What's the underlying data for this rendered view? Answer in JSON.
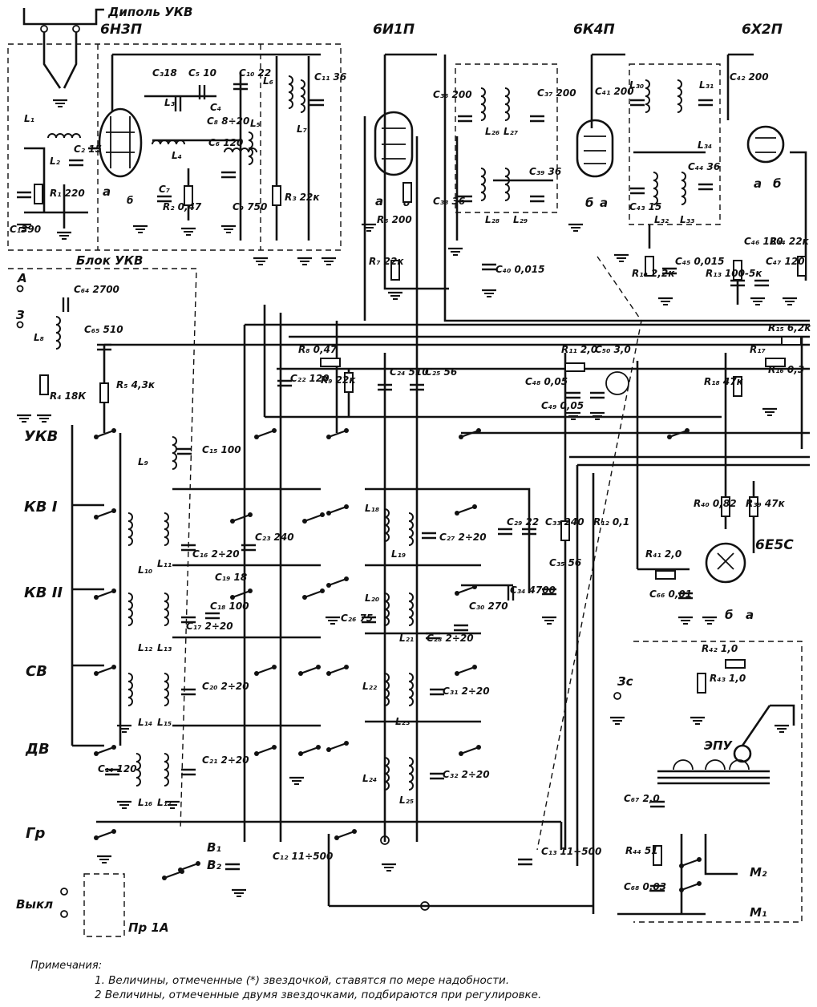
{
  "title_dipole": "Диполь УКВ",
  "block_label": "Блок УКВ",
  "tubes": [
    {
      "id": "6N3P",
      "label": "6Н3П"
    },
    {
      "id": "6I1P",
      "label": "6И1П"
    },
    {
      "id": "6K4P",
      "label": "6К4П"
    },
    {
      "id": "6X2P",
      "label": "6Х2П"
    },
    {
      "id": "6E5S",
      "label": "6Е5С"
    }
  ],
  "bands": [
    "УКВ",
    "КВ I",
    "КВ II",
    "СВ",
    "ДВ",
    "Гр",
    "Выкл"
  ],
  "terminals": {
    "antenna": "А",
    "ground": "З",
    "pickup": "Зс"
  },
  "labels": {
    "epu": "ЭПУ",
    "fuse": "Пр 1А",
    "b1": "В₁",
    "b2": "В₂",
    "m1": "М₁",
    "m2": "М₂",
    "c12": "C₁₂ 11÷500",
    "c13": "C₁₃ 11÷500"
  },
  "components": [
    {
      "ref": "L1",
      "text": "L₁"
    },
    {
      "ref": "L2",
      "text": "L₂"
    },
    {
      "ref": "C1",
      "text": "C₁390"
    },
    {
      "ref": "R1",
      "text": "R₁ 220"
    },
    {
      "ref": "C2",
      "text": "C₂ 15"
    },
    {
      "ref": "C3",
      "text": "C₃18"
    },
    {
      "ref": "C5",
      "text": "C₅ 10"
    },
    {
      "ref": "L3",
      "text": "L₃"
    },
    {
      "ref": "C4",
      "text": "C₄"
    },
    {
      "ref": "C6",
      "text": "C₆ 120"
    },
    {
      "ref": "C8",
      "text": "C₈ 8÷20"
    },
    {
      "ref": "C7",
      "text": "C₇"
    },
    {
      "ref": "R2",
      "text": "R₂ 0,47"
    },
    {
      "ref": "L4",
      "text": "L₄"
    },
    {
      "ref": "C9",
      "text": "C₉ 750"
    },
    {
      "ref": "L5",
      "text": "L₅"
    },
    {
      "ref": "C10",
      "text": "C₁₀ 22"
    },
    {
      "ref": "L6",
      "text": "L₆"
    },
    {
      "ref": "L7",
      "text": "L₇"
    },
    {
      "ref": "C11",
      "text": "C₁₁ 36"
    },
    {
      "ref": "R3",
      "text": "R₃ 22к"
    },
    {
      "ref": "C36",
      "text": "C₃₆ 200"
    },
    {
      "ref": "L26",
      "text": "L₂₆"
    },
    {
      "ref": "L27",
      "text": "L₂₇"
    },
    {
      "ref": "C37",
      "text": "C₃₇ 200"
    },
    {
      "ref": "C38",
      "text": "C₃₈ 36"
    },
    {
      "ref": "L28",
      "text": "L₂₈"
    },
    {
      "ref": "L29",
      "text": "L₂₉"
    },
    {
      "ref": "C39",
      "text": "C₃₉ 36"
    },
    {
      "ref": "R6",
      "text": "R₆ 200"
    },
    {
      "ref": "R7",
      "text": "R₇ 22к"
    },
    {
      "ref": "C40",
      "text": "C₄₀ 0,015"
    },
    {
      "ref": "C41",
      "text": "C₄₁ 200"
    },
    {
      "ref": "L30",
      "text": "L₃₀"
    },
    {
      "ref": "L31",
      "text": "L₃₁"
    },
    {
      "ref": "C42",
      "text": "C₄₂ 200"
    },
    {
      "ref": "L34",
      "text": "L₃₄"
    },
    {
      "ref": "C43",
      "text": "C₄₃ 15"
    },
    {
      "ref": "L32",
      "text": "L₃₂"
    },
    {
      "ref": "C44",
      "text": "C₄₄ 36"
    },
    {
      "ref": "L33",
      "text": "L₃₃"
    },
    {
      "ref": "R10",
      "text": "R₁₀ 2,2к"
    },
    {
      "ref": "C45",
      "text": "C₄₅ 0,015"
    },
    {
      "ref": "C46",
      "text": "C₄₆ 120"
    },
    {
      "ref": "R14",
      "text": "R₁₄ 22к"
    },
    {
      "ref": "C47",
      "text": "C₄₇ 120"
    },
    {
      "ref": "R13",
      "text": "R₁₃ 100-5к"
    },
    {
      "ref": "R15",
      "text": "R₁₅ 6,2к"
    },
    {
      "ref": "R17",
      "text": "R₁₇"
    },
    {
      "ref": "R16",
      "text": "R₁₆ 0,3"
    },
    {
      "ref": "R18",
      "text": "R₁₈ 47к"
    },
    {
      "ref": "C64",
      "text": "C₆₄ 2700"
    },
    {
      "ref": "L8",
      "text": "L₈"
    },
    {
      "ref": "C65",
      "text": "C₆₅ 510"
    },
    {
      "ref": "R4",
      "text": "R₄ 18К"
    },
    {
      "ref": "R5",
      "text": "R₅ 4,3к"
    },
    {
      "ref": "R8",
      "text": "R₈ 0,47"
    },
    {
      "ref": "C22",
      "text": "C₂₂ 120"
    },
    {
      "ref": "R9",
      "text": "R₉ 22к"
    },
    {
      "ref": "C24",
      "text": "C₂₄ 510"
    },
    {
      "ref": "C25",
      "text": "C₂₅ 56"
    },
    {
      "ref": "R11",
      "text": "R₁₁ 2,0"
    },
    {
      "ref": "C50",
      "text": "C₅₀ 3,0"
    },
    {
      "ref": "C48",
      "text": "C₄₈ 0,05"
    },
    {
      "ref": "C49",
      "text": "C₄₉ 0,05"
    },
    {
      "ref": "L9",
      "text": "L₉"
    },
    {
      "ref": "C15",
      "text": "C₁₅ 100"
    },
    {
      "ref": "L10",
      "text": "L₁₀"
    },
    {
      "ref": "L11",
      "text": "L₁₁"
    },
    {
      "ref": "C16",
      "text": "C₁₆ 2÷20"
    },
    {
      "ref": "C23",
      "text": "C₂₃ 240"
    },
    {
      "ref": "C19",
      "text": "C₁₉ 18"
    },
    {
      "ref": "C18",
      "text": "C₁₈ 100"
    },
    {
      "ref": "L12",
      "text": "L₁₂"
    },
    {
      "ref": "L13",
      "text": "L₁₃"
    },
    {
      "ref": "C17",
      "text": "C₁₇ 2÷20"
    },
    {
      "ref": "L14",
      "text": "L₁₄"
    },
    {
      "ref": "L15",
      "text": "L₁₅"
    },
    {
      "ref": "C20",
      "text": "C₂₀ 2÷20"
    },
    {
      "ref": "C14",
      "text": "C₁₄ 120"
    },
    {
      "ref": "L16",
      "text": "L₁₆"
    },
    {
      "ref": "L17",
      "text": "L₁₇"
    },
    {
      "ref": "C21",
      "text": "C₂₁ 2÷20"
    },
    {
      "ref": "L18",
      "text": "L₁₈"
    },
    {
      "ref": "L19",
      "text": "L₁₉"
    },
    {
      "ref": "C27",
      "text": "C₂₇ 2÷20"
    },
    {
      "ref": "C29",
      "text": "C₂₉ 22"
    },
    {
      "ref": "C33",
      "text": "C₃₃ 240"
    },
    {
      "ref": "R12",
      "text": "R₁₂ 0,1"
    },
    {
      "ref": "C35",
      "text": "C₃₅ 56"
    },
    {
      "ref": "L20",
      "text": "L₂₀"
    },
    {
      "ref": "L21",
      "text": "L₂₁"
    },
    {
      "ref": "C26",
      "text": "C₂₆ 75"
    },
    {
      "ref": "C28",
      "text": "C₂₈ 2÷20"
    },
    {
      "ref": "C30",
      "text": "C₃₀ 270"
    },
    {
      "ref": "C34",
      "text": "C₃₄ 4700"
    },
    {
      "ref": "L22",
      "text": "L₂₂"
    },
    {
      "ref": "L23",
      "text": "L₂₃"
    },
    {
      "ref": "C31",
      "text": "C₃₁ 2÷20"
    },
    {
      "ref": "L24",
      "text": "L₂₄"
    },
    {
      "ref": "L25",
      "text": "L₂₅"
    },
    {
      "ref": "C32",
      "text": "C₃₂ 2÷20"
    },
    {
      "ref": "R40",
      "text": "R₄₀ 0,82"
    },
    {
      "ref": "R39",
      "text": "R₃₉ 47к"
    },
    {
      "ref": "R41",
      "text": "R₄₁ 2,0"
    },
    {
      "ref": "C66",
      "text": "C₆₆ 0,01"
    },
    {
      "ref": "R42",
      "text": "R₄₂ 1,0"
    },
    {
      "ref": "R43",
      "text": "R₄₃ 1,0"
    },
    {
      "ref": "C67",
      "text": "C₆₇ 2,0"
    },
    {
      "ref": "R44",
      "text": "R₄₄ 51"
    },
    {
      "ref": "C68",
      "text": "C₆₈ 0,03"
    }
  ],
  "notes": {
    "heading": "Примечания:",
    "items": [
      "1. Величины, отмеченные (*) звездочкой, ставятся по мере надобности.",
      "2 Величины, отмеченные двумя звездочками, подбираются при регулировке."
    ]
  }
}
